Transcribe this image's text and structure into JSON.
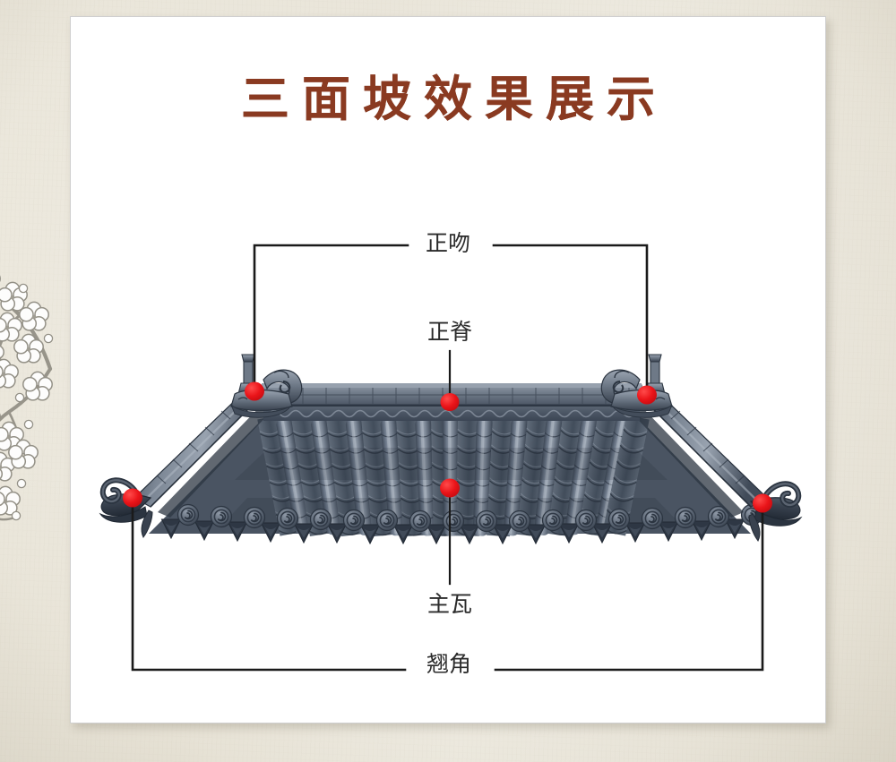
{
  "page": {
    "title": "三面坡效果展示",
    "title_color": "#8a3a21",
    "background_color": "#efece3",
    "card_color": "#ffffff"
  },
  "decoration": {
    "blossom": {
      "name": "plum-blossom-illustration",
      "ink_color": "#8d8a80",
      "petal_color": "#ffffff"
    }
  },
  "diagram": {
    "name": "chinese-roof-three-slope-diagram",
    "tile_color_light": "#8e98a6",
    "tile_color_mid": "#6b7684",
    "tile_color_dark": "#434e5c",
    "tile_color_deep": "#2f3844",
    "marker_color": "#e8161b",
    "leader_color": "#1a1a1a",
    "callouts": [
      {
        "id": "zhengwen",
        "label": "正吻",
        "type": "bracket-top",
        "markers": 2,
        "marker_points": [
          [
            284,
            437
          ],
          [
            722,
            441
          ]
        ]
      },
      {
        "id": "zhengji",
        "label": "正脊",
        "type": "pointer-down",
        "markers": 1,
        "marker_points": [
          [
            502,
            449
          ]
        ]
      },
      {
        "id": "zhuwa",
        "label": "主瓦",
        "type": "pointer-up",
        "markers": 1,
        "marker_points": [
          [
            502,
            545
          ]
        ]
      },
      {
        "id": "qiaojiao",
        "label": "翘角",
        "type": "bracket-bottom",
        "markers": 2,
        "marker_points": [
          [
            148,
            556
          ],
          [
            851,
            562
          ]
        ]
      }
    ],
    "roof": {
      "ridge_label": "main-ridge",
      "tile_rows": 22,
      "eave_discs": 19,
      "finials": [
        "left-ridge-finial",
        "right-ridge-finial"
      ],
      "corners": [
        "left-upturned-corner",
        "right-upturned-corner"
      ]
    }
  }
}
